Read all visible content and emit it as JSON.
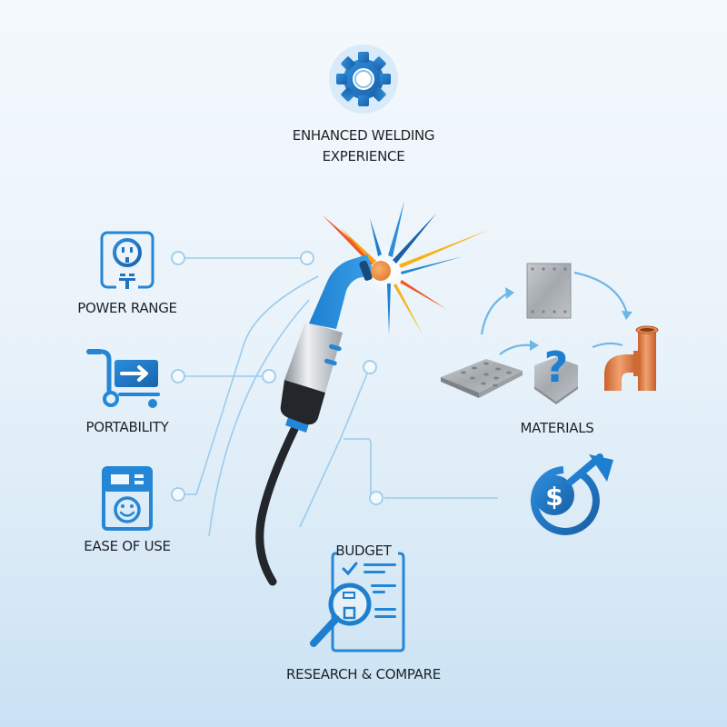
{
  "header": {
    "icon": "gear-icon",
    "title_line1": "ENHANCED WELDING",
    "title_line2": "EXPERIENCE"
  },
  "features": [
    {
      "id": "power-range",
      "label": "POWER RANGE",
      "icon": "power-outlet-icon"
    },
    {
      "id": "portability",
      "label": "PORTABILITY",
      "icon": "hand-truck-icon"
    },
    {
      "id": "ease-of-use",
      "label": "EASE OF USE",
      "icon": "smiley-machine-icon"
    },
    {
      "id": "materials",
      "label": "MATERIALS",
      "icon": "metal-materials-icon"
    },
    {
      "id": "budget",
      "label": "BUDGET",
      "icon": "dollar-growth-icon"
    },
    {
      "id": "research",
      "label": "RESEARCH & COMPARE",
      "icon": "checklist-magnifier-icon"
    }
  ],
  "center": {
    "icon": "welding-torch-icon",
    "effect": "spark-burst-icon"
  },
  "colors": {
    "primary_blue": "#1e7fd0",
    "dark_blue": "#1a5fa8",
    "connector": "#9ccbec",
    "spark_orange": "#f05a28",
    "spark_yellow": "#f6b21a",
    "copper": "#d9773f",
    "steel": "#a8adb2"
  }
}
